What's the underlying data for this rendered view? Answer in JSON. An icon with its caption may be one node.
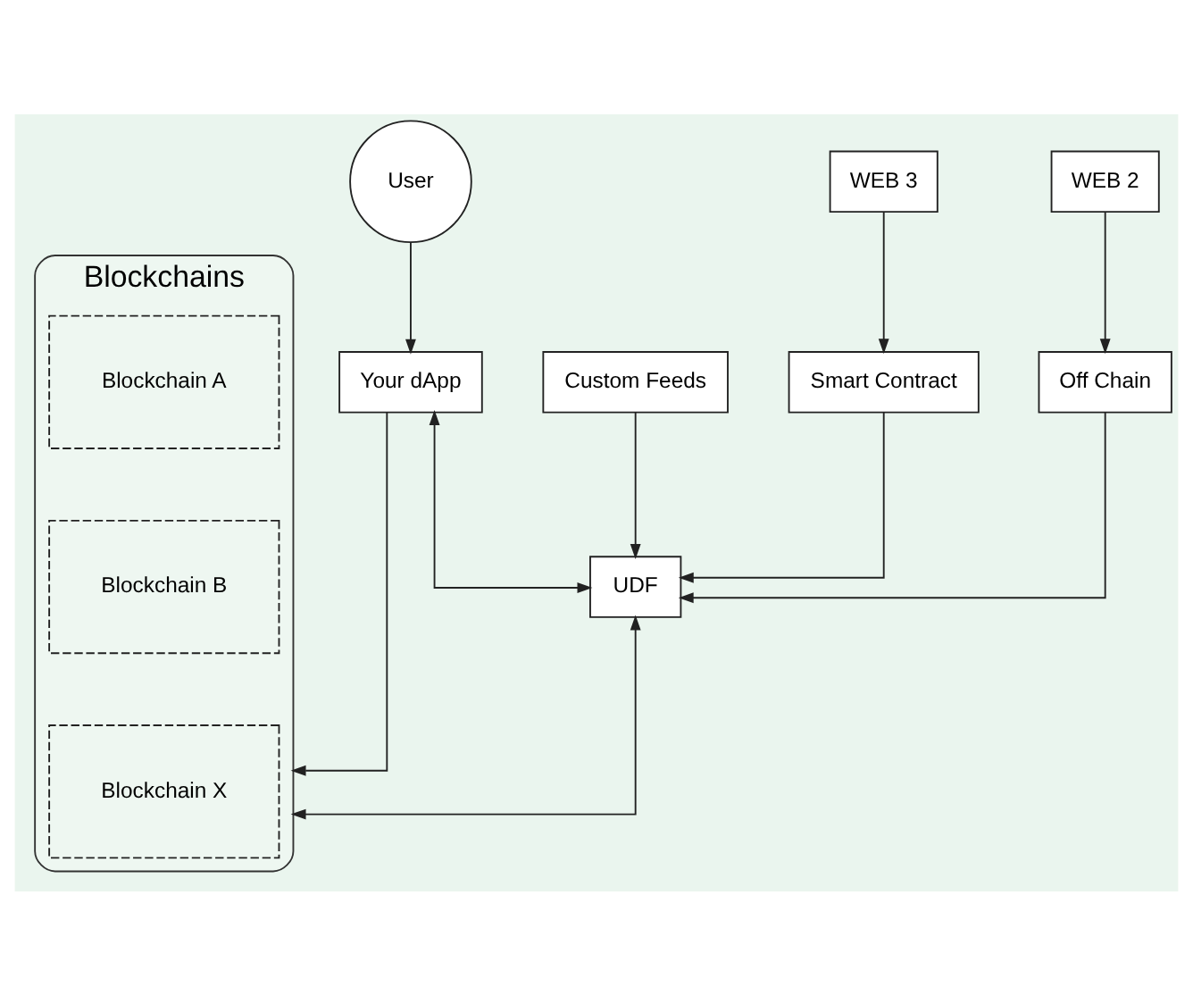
{
  "diagram": {
    "nodes": [
      {
        "text": [
          "Custom Feeds"
        ]
      },
      {
        "text": [
          "WEB 3"
        ]
      },
      {
        "text": [
          "WEB 2"
        ]
      },
      {
        "text": [
          "Blockchains"
        ]
      },
      {
        "text": [
          "Blockchain A"
        ],
        "in": 3
      },
      {
        "text": [
          "Blockchain B"
        ],
        "in": 3
      },
      {
        "text": [
          "Blockchain X"
        ],
        "in": 3
      },
      {
        "text": [
          "Smart Contract"
        ]
      },
      {
        "text": [
          "Off Chain"
        ]
      },
      {
        "text": [
          "User"
        ]
      },
      {
        "text": [
          "Your dApp"
        ]
      },
      {
        "text": [
          "UDF"
        ]
      }
    ],
    "edges": [
      {
        "from": 1,
        "to": 7,
        "arrow": "to"
      },
      {
        "from": 2,
        "to": 8,
        "arrow": "to"
      },
      {
        "from": 0,
        "to": 11,
        "arrow": "to"
      },
      {
        "from": 7,
        "to": 11,
        "arrow": "to"
      },
      {
        "from": 8,
        "to": 11,
        "arrow": "to"
      },
      {
        "from": 9,
        "to": 10,
        "arrow": "to"
      },
      {
        "from": 10,
        "to": 11,
        "arrow": "both"
      },
      {
        "from": 11,
        "to": 3,
        "arrow": "both"
      },
      {
        "from": 10,
        "to": 3,
        "arrow": "to"
      }
    ]
  }
}
